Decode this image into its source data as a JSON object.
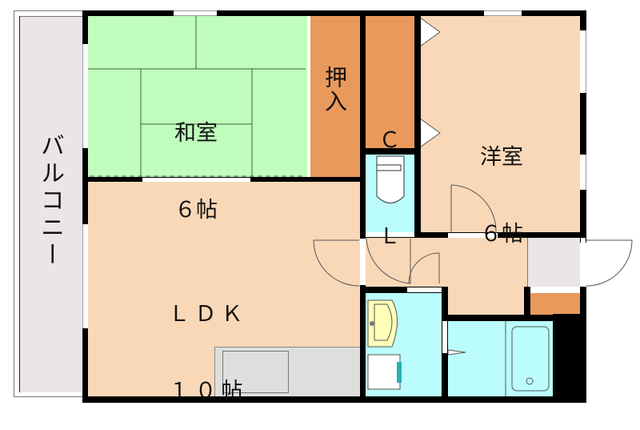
{
  "floor_plan": {
    "type": "apartment-1LDK+1",
    "rooms": [
      {
        "id": "balcony",
        "label": "バルコニー",
        "color": "#ebe5e7"
      },
      {
        "id": "washitsu",
        "label_line1": "和室",
        "label_line2": "６帖",
        "color": "#c0fdbd"
      },
      {
        "id": "oshiire",
        "label": "押入",
        "color": "#e9995c"
      },
      {
        "id": "closet",
        "label": "ＣＬ",
        "label_line1": "Ｃ",
        "label_line2": "Ｌ",
        "color": "#e9995c"
      },
      {
        "id": "yoshitsu",
        "label_line1": "洋室",
        "label_line2": "６帖",
        "color": "#f9d8b8"
      },
      {
        "id": "ldk",
        "label_line1": "ＬＤＫ",
        "label_line2": "１０帖",
        "color": "#f9d8b8"
      },
      {
        "id": "toilet",
        "label": "",
        "color": "#bbfdfd"
      },
      {
        "id": "washroom",
        "label": "",
        "color": "#bbfdfd"
      },
      {
        "id": "bathroom",
        "label": "",
        "color": "#bbfdfd"
      },
      {
        "id": "hallway",
        "label": "",
        "color": "#f9d8b8"
      },
      {
        "id": "entrance",
        "label": "",
        "color": "#ebe5e7"
      },
      {
        "id": "shoe-cabinet",
        "label": "",
        "color": "#e9995c"
      },
      {
        "id": "kitchen-counter",
        "label": "",
        "color": "#dedede"
      }
    ],
    "colors": {
      "wall": "#000000",
      "tatami_line": "#2f6a2f",
      "fixture_line": "#333333",
      "sink": "#ffffb8"
    }
  }
}
